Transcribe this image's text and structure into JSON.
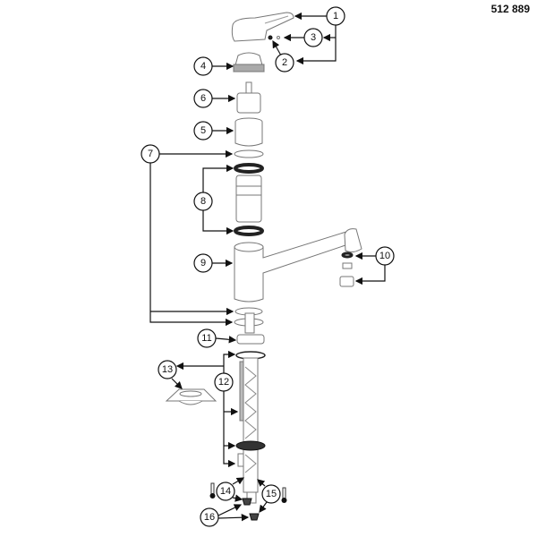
{
  "diagram": {
    "part_number": "512 889",
    "callouts": [
      "1",
      "2",
      "3",
      "4",
      "5",
      "6",
      "7",
      "8",
      "9",
      "10",
      "11",
      "12",
      "13",
      "14",
      "15",
      "16"
    ],
    "colors": {
      "line": "#111111",
      "part_outline": "#777777"
    }
  }
}
